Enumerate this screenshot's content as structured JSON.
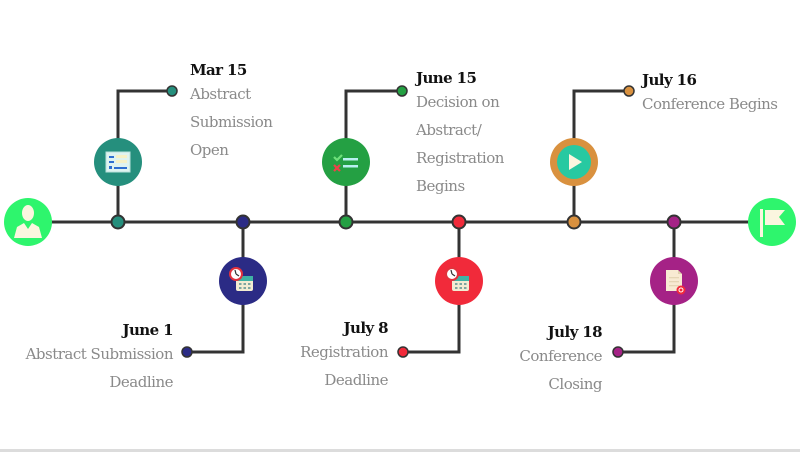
{
  "title": "Conference Timeline",
  "colors": {
    "line": "#333333",
    "start_end": "#2ef56d",
    "teal": "#258f7d",
    "navy": "#2b2b85",
    "green": "#24a043",
    "red": "#f12a3a",
    "orange": "#d9913f",
    "magenta": "#a52286",
    "date_text": "#111111",
    "desc_text": "#8a8a8a"
  },
  "start": {
    "icon": "person-icon"
  },
  "end": {
    "icon": "flag-icon"
  },
  "events": [
    {
      "date": "Mar 15",
      "lines": [
        "Abstract",
        "Submission",
        "Open"
      ],
      "position": "above",
      "color": "#258f7d",
      "icon": "form-list-icon"
    },
    {
      "date": "June 1",
      "lines": [
        "Abstract Submission",
        "Deadline"
      ],
      "position": "below",
      "color": "#2b2b85",
      "icon": "clock-calendar-icon"
    },
    {
      "date": "June 15",
      "lines": [
        "Decision on",
        "Abstract/",
        "Registration",
        "Begins"
      ],
      "position": "above",
      "color": "#24a043",
      "icon": "checklist-icon"
    },
    {
      "date": "July 8",
      "lines": [
        "Registration",
        "Deadline"
      ],
      "position": "below",
      "color": "#f12a3a",
      "icon": "clock-calendar-icon"
    },
    {
      "date": "July 16",
      "lines": [
        "Conference Begins"
      ],
      "position": "above",
      "color": "#d9913f",
      "icon": "play-icon"
    },
    {
      "date": "July 18",
      "lines": [
        "Conference",
        "Closing"
      ],
      "position": "below",
      "color": "#a52286",
      "icon": "document-icon"
    }
  ]
}
